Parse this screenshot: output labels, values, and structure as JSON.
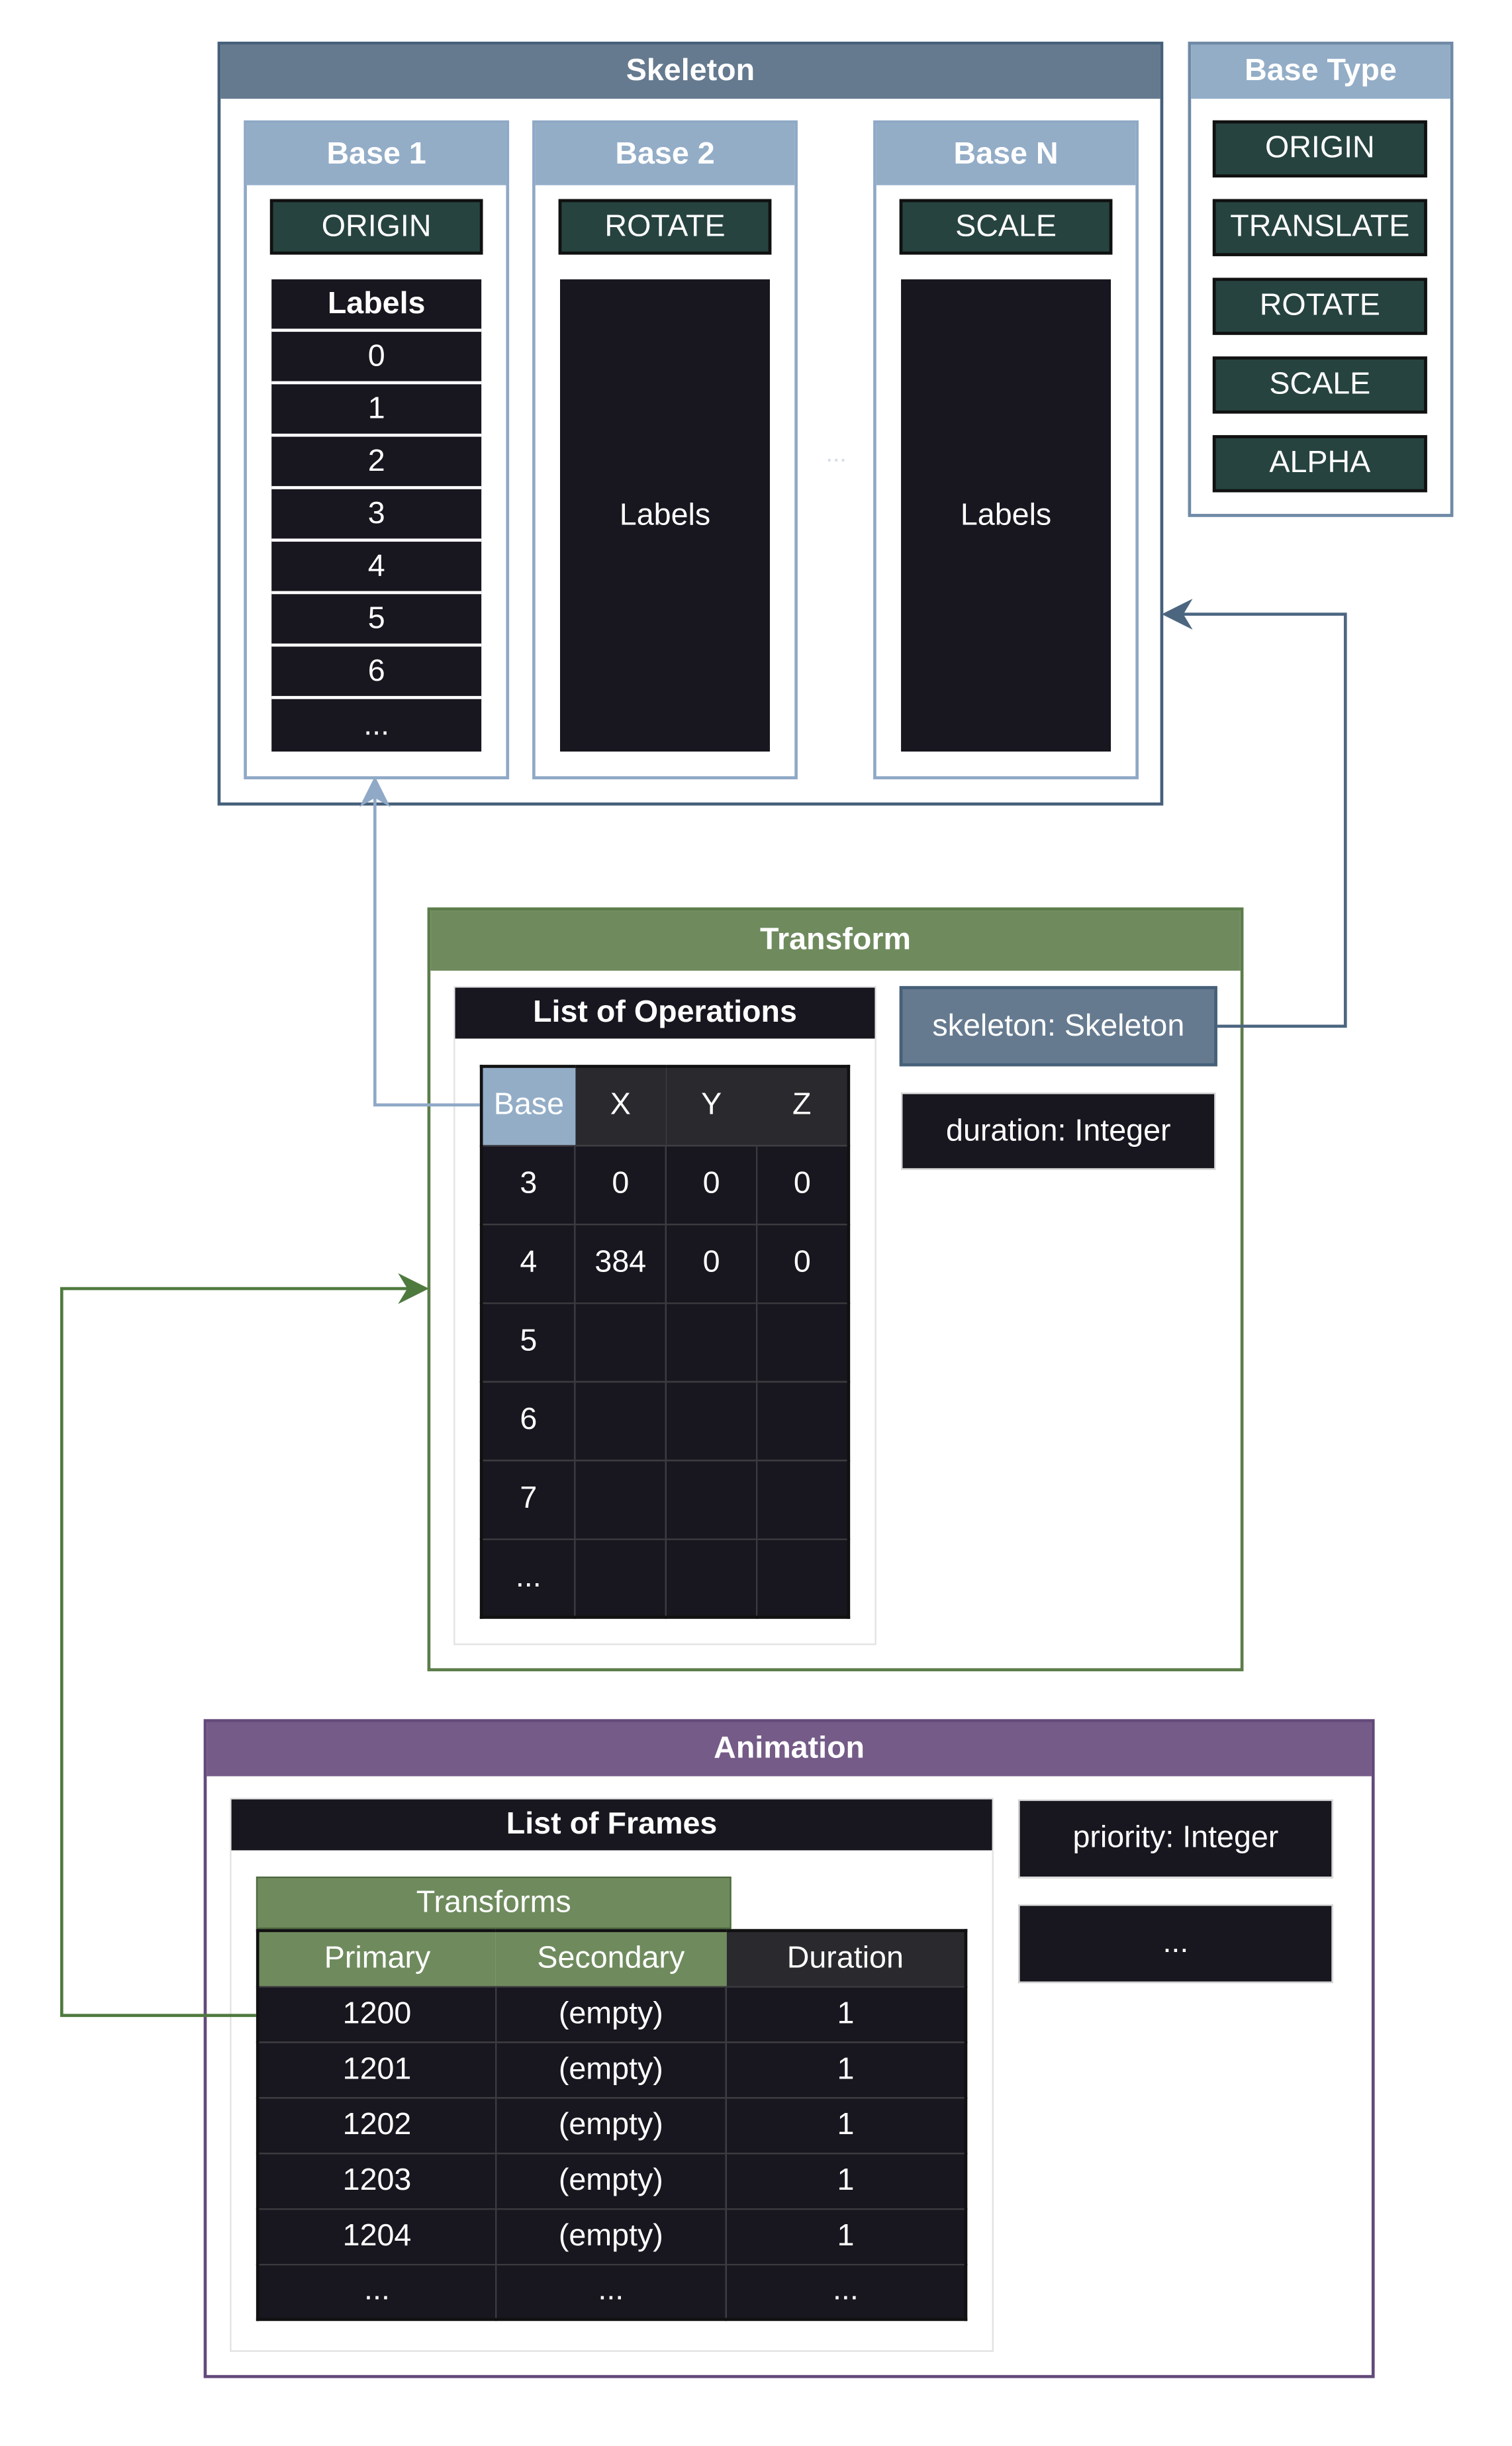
{
  "skeleton": {
    "title": "Skeleton",
    "bases": [
      {
        "title": "Base 1",
        "type": "ORIGIN",
        "labels_header": "Labels",
        "labels": [
          "0",
          "1",
          "2",
          "3",
          "4",
          "5",
          "6",
          "..."
        ]
      },
      {
        "title": "Base 2",
        "type": "ROTATE",
        "labels_text": "Labels"
      },
      {
        "title": "Base N",
        "type": "SCALE",
        "labels_text": "Labels"
      }
    ],
    "ellipsis": "..."
  },
  "base_type": {
    "title": "Base Type",
    "items": [
      "ORIGIN",
      "TRANSLATE",
      "ROTATE",
      "SCALE",
      "ALPHA"
    ]
  },
  "transform": {
    "title": "Transform",
    "list_title": "List of Operations",
    "columns": [
      "Base",
      "X",
      "Y",
      "Z"
    ],
    "rows": [
      [
        "3",
        "0",
        "0",
        "0"
      ],
      [
        "4",
        "384",
        "0",
        "0"
      ],
      [
        "5",
        "",
        "",
        ""
      ],
      [
        "6",
        "",
        "",
        ""
      ],
      [
        "7",
        "",
        "",
        ""
      ],
      [
        "...",
        "",
        "",
        ""
      ]
    ],
    "skeleton_field": "skeleton: Skeleton",
    "duration_field": "duration: Integer"
  },
  "animation": {
    "title": "Animation",
    "list_title": "List of Frames",
    "group_header": "Transforms",
    "columns": [
      "Primary",
      "Secondary",
      "Duration"
    ],
    "rows": [
      [
        "1200",
        "(empty)",
        "1"
      ],
      [
        "1201",
        "(empty)",
        "1"
      ],
      [
        "1202",
        "(empty)",
        "1"
      ],
      [
        "1203",
        "(empty)",
        "1"
      ],
      [
        "1204",
        "(empty)",
        "1"
      ],
      [
        "...",
        "...",
        "..."
      ]
    ],
    "priority_field": "priority: Integer",
    "more_field": "..."
  },
  "colors": {
    "skeleton_header": "#657a8f",
    "base_header": "#93adc7",
    "teal_box": "#26433f",
    "dark_box": "#18161e",
    "transform": "#6f8b5e",
    "animation": "#755b87",
    "arrow_blue": "#8fa9c6",
    "arrow_slate": "#4d6680",
    "arrow_green": "#4f7a3e"
  }
}
